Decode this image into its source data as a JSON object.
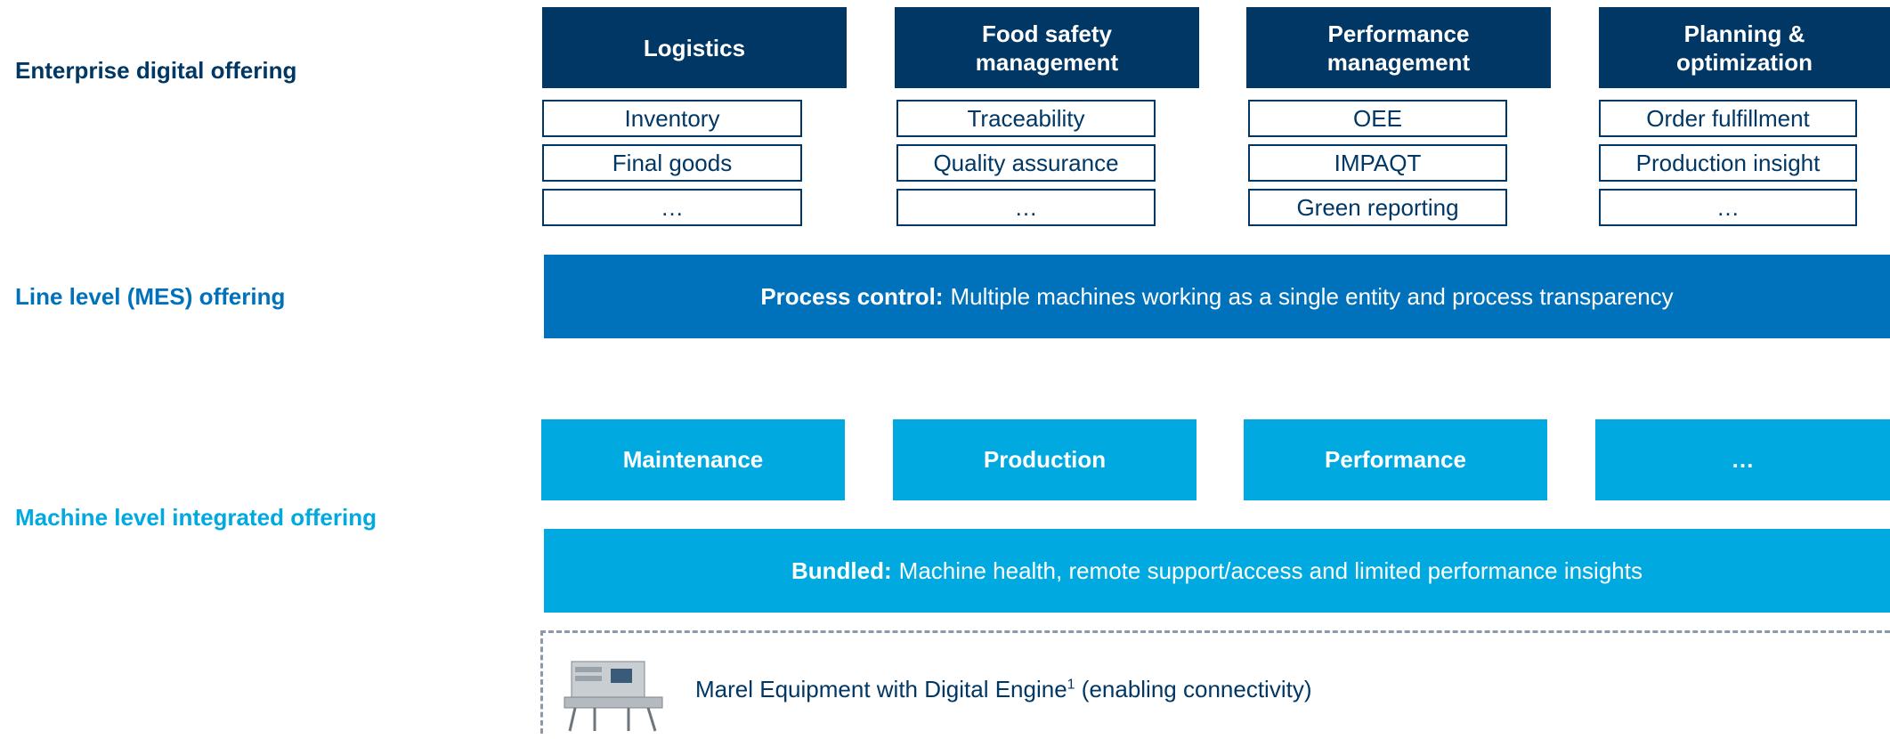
{
  "levels": {
    "enterprise": "Enterprise digital offering",
    "line": "Line level (MES) offering",
    "machine": "Machine level integrated offering"
  },
  "enterprise_categories": [
    {
      "title": "Logistics",
      "items": [
        "Inventory",
        "Final goods",
        "…"
      ]
    },
    {
      "title": "Food safety\nmanagement",
      "items": [
        "Traceability",
        "Quality assurance",
        "…"
      ]
    },
    {
      "title": "Performance\nmanagement",
      "items": [
        "OEE",
        "IMPAQT",
        "Green reporting"
      ]
    },
    {
      "title": "Planning &\noptimization",
      "items": [
        "Order fulfillment",
        "Production insight",
        "…"
      ]
    }
  ],
  "process_control": {
    "label": "Process control:",
    "text": "Multiple machines working as a single entity and process transparency"
  },
  "machine_modules": [
    "Maintenance",
    "Production",
    "Performance",
    "…"
  ],
  "bundled": {
    "label": "Bundled:",
    "text": "Machine health, remote support/access and limited performance insights"
  },
  "equipment": {
    "text_before": "Marel Equipment with Digital Engine",
    "footnote": "1",
    "text_after": " (enabling connectivity)",
    "image_icon": "machine-photo-icon"
  },
  "colors": {
    "enterprise": "#003764",
    "line": "#0072bc",
    "machine": "#00a9e0"
  }
}
